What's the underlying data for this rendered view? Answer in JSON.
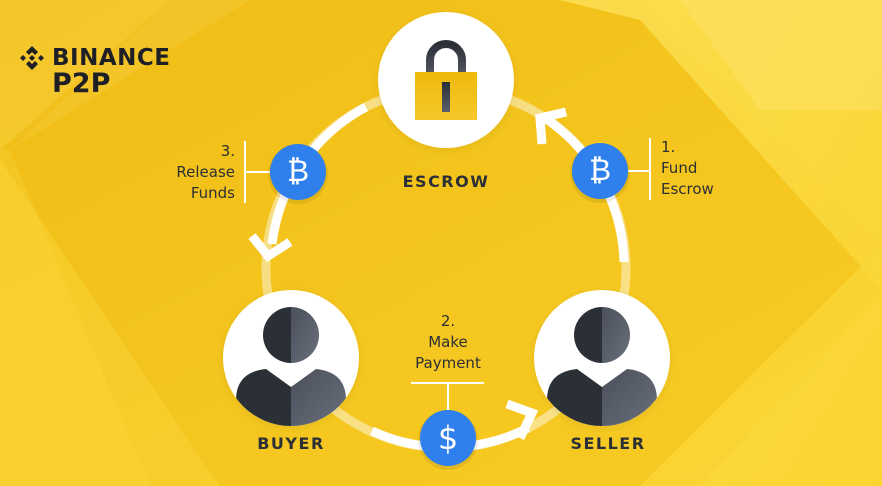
{
  "brand": {
    "logo_icon": "binance-diamond-icon",
    "name": "BINANCE",
    "product": "P2P"
  },
  "colors": {
    "bg_light": "#fbd93a",
    "bg_dark": "#f0b90b",
    "bg_mid": "#f5c518",
    "ring": "#ffffff",
    "coin_blue": "#2f80ed",
    "figure_dark": "#2b2f36",
    "figure_light": "#5a5f6b",
    "lock_body": "#f0b90b",
    "text": "#2b2f36"
  },
  "nodes": {
    "escrow": {
      "label": "ESCROW",
      "icon": "padlock-icon"
    },
    "buyer": {
      "label": "BUYER",
      "icon": "user-avatar-icon"
    },
    "seller": {
      "label": "SELLER",
      "icon": "user-avatar-icon"
    }
  },
  "steps": [
    {
      "number": "1.",
      "line1": "Fund",
      "line2": "Escrow",
      "icon": "bitcoin-icon",
      "glyph": "₿"
    },
    {
      "number": "2.",
      "line1": "Make",
      "line2": "Payment",
      "icon": "dollar-icon",
      "glyph": "$"
    },
    {
      "number": "3.",
      "line1": "Release",
      "line2": "Funds",
      "icon": "bitcoin-icon",
      "glyph": "₿"
    }
  ]
}
